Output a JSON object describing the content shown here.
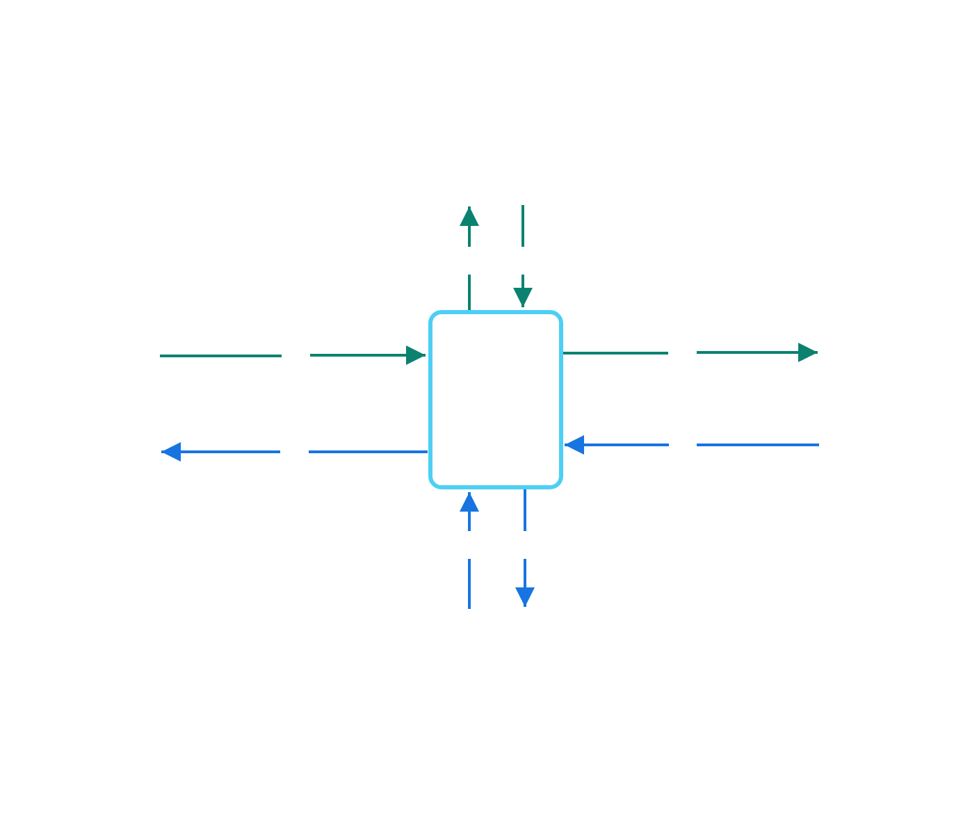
{
  "diagram": {
    "colors": {
      "box_stroke": "#4DCFF5",
      "output_top_right": "#0B8270",
      "input_bottom_left": "#1774E0",
      "background": "#FFFFFF"
    },
    "central_node": {
      "label": "",
      "shape": "rounded-rectangle"
    },
    "connectors": [
      {
        "id": "left-top",
        "side": "left",
        "direction": "into-box",
        "group": "output_top_right",
        "style": "broken"
      },
      {
        "id": "left-bottom",
        "side": "left",
        "direction": "out-of-box",
        "group": "input_bottom_left",
        "style": "broken"
      },
      {
        "id": "right-top",
        "side": "right",
        "direction": "out-of-box",
        "group": "output_top_right",
        "style": "broken"
      },
      {
        "id": "right-bottom",
        "side": "right",
        "direction": "into-box",
        "group": "input_bottom_left",
        "style": "broken"
      },
      {
        "id": "top-left",
        "side": "top",
        "direction": "out-of-box",
        "group": "output_top_right",
        "style": "broken"
      },
      {
        "id": "top-right",
        "side": "top",
        "direction": "into-box",
        "group": "output_top_right",
        "style": "broken"
      },
      {
        "id": "bottom-left",
        "side": "bottom",
        "direction": "into-box",
        "group": "input_bottom_left",
        "style": "broken"
      },
      {
        "id": "bottom-right",
        "side": "bottom",
        "direction": "out-of-box",
        "group": "input_bottom_left",
        "style": "broken"
      }
    ]
  }
}
